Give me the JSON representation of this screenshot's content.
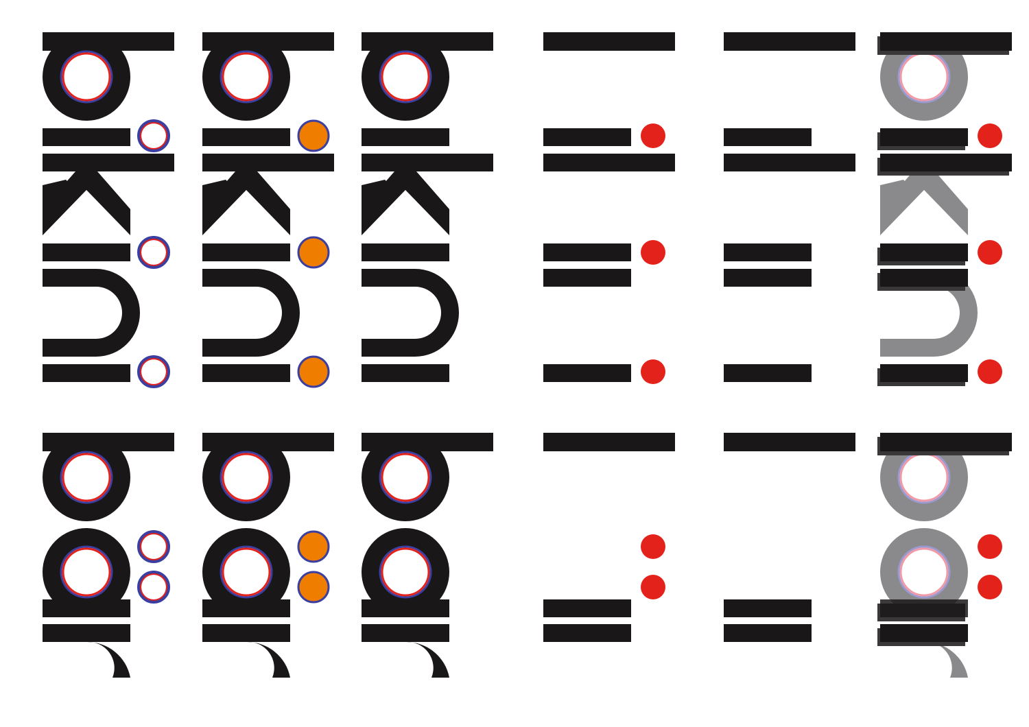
{
  "sheet": {
    "title": "",
    "words": [
      "bikini",
      "bar"
    ]
  },
  "colors": {
    "ink": "#1a1718",
    "grey": "#8a8a8c",
    "red_dot": "#e2221b",
    "orange_fill": "#ef7d00",
    "ring_blue": "#3b3fa0",
    "ring_red": "#e2221b",
    "ring_pink": "#f09aa8",
    "background": "#ffffff"
  },
  "rows": [
    {
      "word": "bikini",
      "variants": [
        {
          "id": "outline-dots",
          "dot_style": "hollow-ring"
        },
        {
          "id": "orange-dots",
          "dot_style": "orange-fill"
        },
        {
          "id": "no-dots",
          "dot_style": "none"
        },
        {
          "id": "bars-dots",
          "dot_style": "red"
        },
        {
          "id": "bars-only",
          "dot_style": "none"
        },
        {
          "id": "grey-composite",
          "dot_style": "red"
        }
      ]
    },
    {
      "word": "bar",
      "variants": [
        {
          "id": "outline-dots",
          "dot_style": "hollow-ring"
        },
        {
          "id": "orange-dots",
          "dot_style": "orange-fill"
        },
        {
          "id": "no-dots",
          "dot_style": "none"
        },
        {
          "id": "bars-dots",
          "dot_style": "red"
        },
        {
          "id": "bars-only",
          "dot_style": "none"
        },
        {
          "id": "grey-composite",
          "dot_style": "red"
        }
      ]
    }
  ]
}
